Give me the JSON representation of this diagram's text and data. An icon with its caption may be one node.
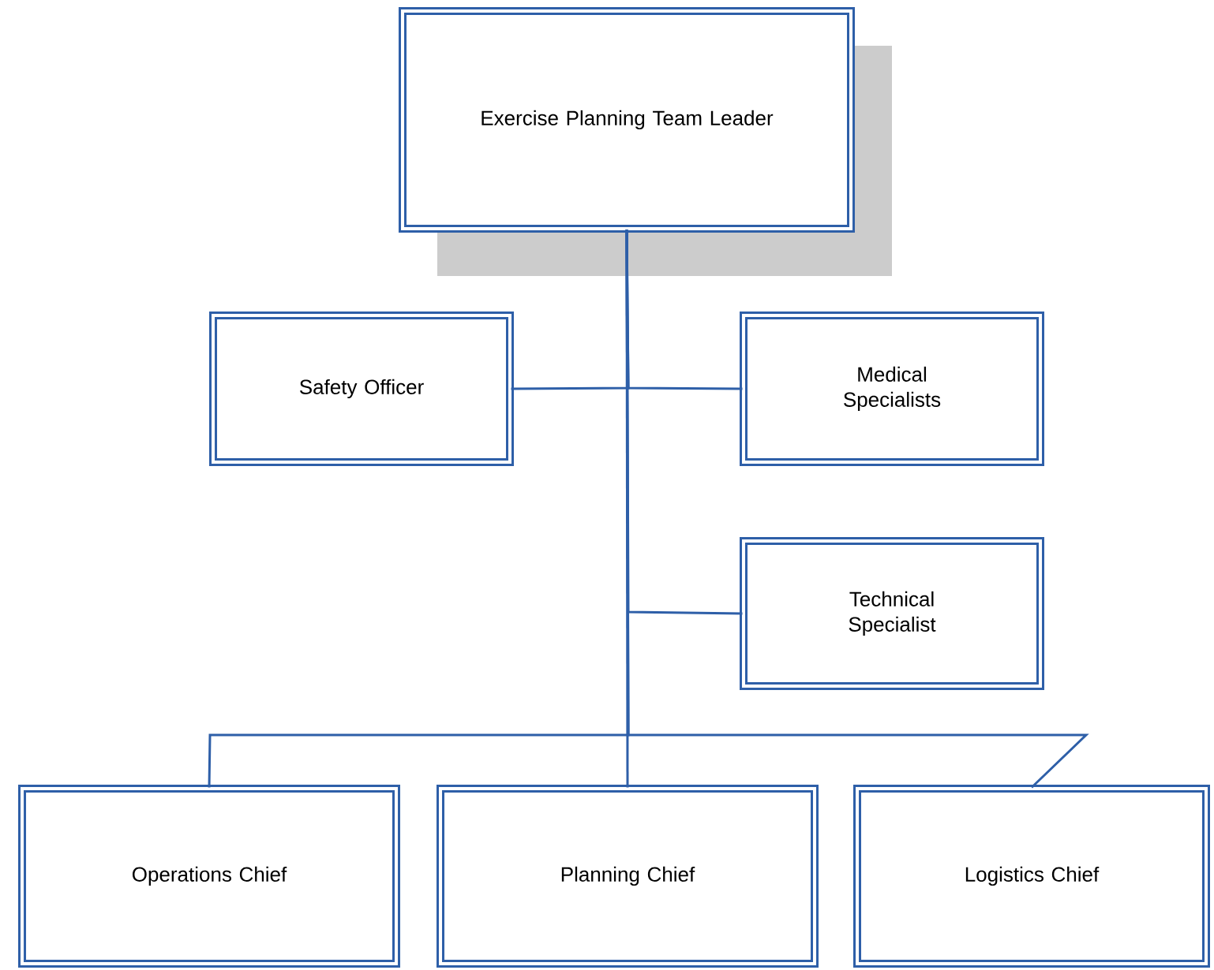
{
  "diagram": {
    "nodes": [
      {
        "text": [
          "Exercise Planning Team Leader"
        ]
      },
      {
        "text": [
          "Safety Officer"
        ]
      },
      {
        "text": [
          "Medical Specialists"
        ]
      },
      {
        "text": [
          "Technical Specialist"
        ]
      },
      {
        "text": [
          "Operations Chief"
        ]
      },
      {
        "text": [
          "Planning Chief"
        ]
      },
      {
        "text": [
          "Logistics Chief"
        ]
      }
    ],
    "edges": [
      {
        "from": 0,
        "to": 1,
        "arrow": "none"
      },
      {
        "from": 0,
        "to": 2,
        "arrow": "none"
      },
      {
        "from": 0,
        "to": 3,
        "arrow": "none"
      },
      {
        "from": 0,
        "to": 4,
        "arrow": "none"
      },
      {
        "from": 0,
        "to": 5,
        "arrow": "none"
      },
      {
        "from": 0,
        "to": 6,
        "arrow": "none"
      }
    ]
  }
}
